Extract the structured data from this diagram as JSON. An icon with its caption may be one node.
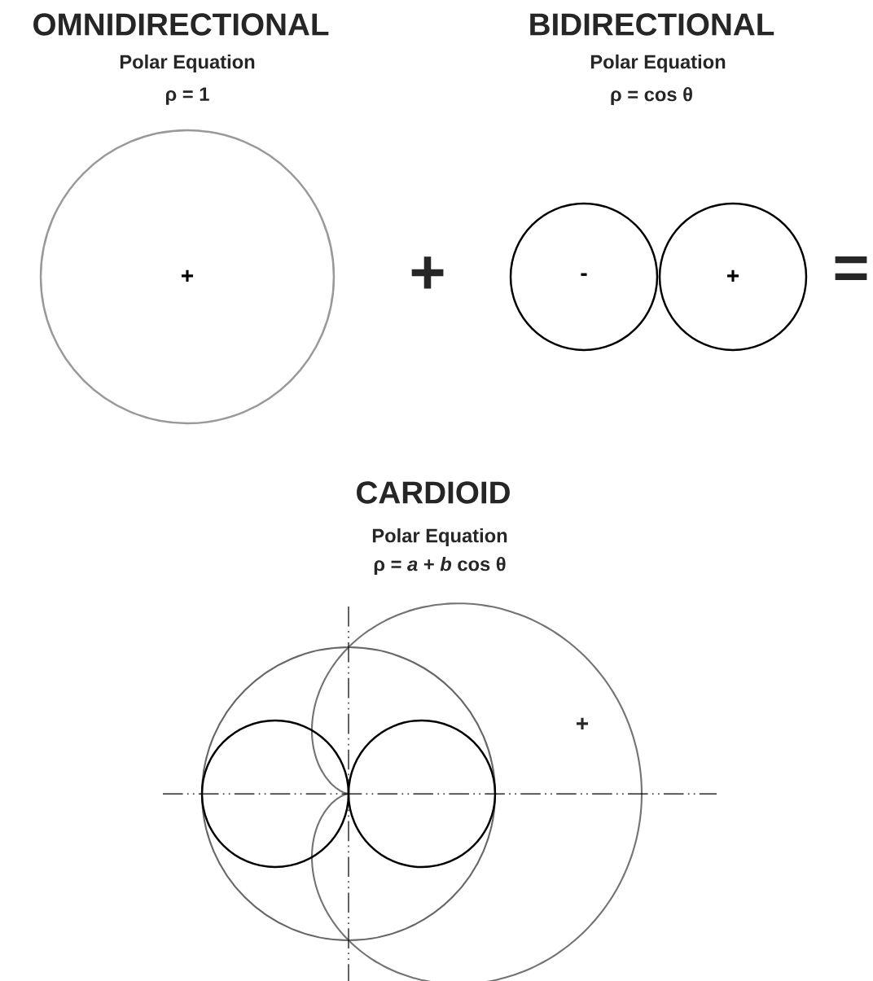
{
  "diagram": {
    "nodes": [
      {
        "text": [
          "+"
        ]
      },
      {
        "text": [
          "-"
        ]
      },
      {
        "text": [
          "+"
        ]
      }
    ],
    "labels": [
      "OMNIDIRECTIONAL",
      "BIDIRECTIONAL",
      "Polar Equation",
      "Polar Equation",
      "ρ = 1",
      "ρ = cos θ",
      "+",
      "=",
      "CARDIOID",
      "Polar Equation",
      "ρ = *a* + *b* cos θ",
      "+"
    ]
  }
}
